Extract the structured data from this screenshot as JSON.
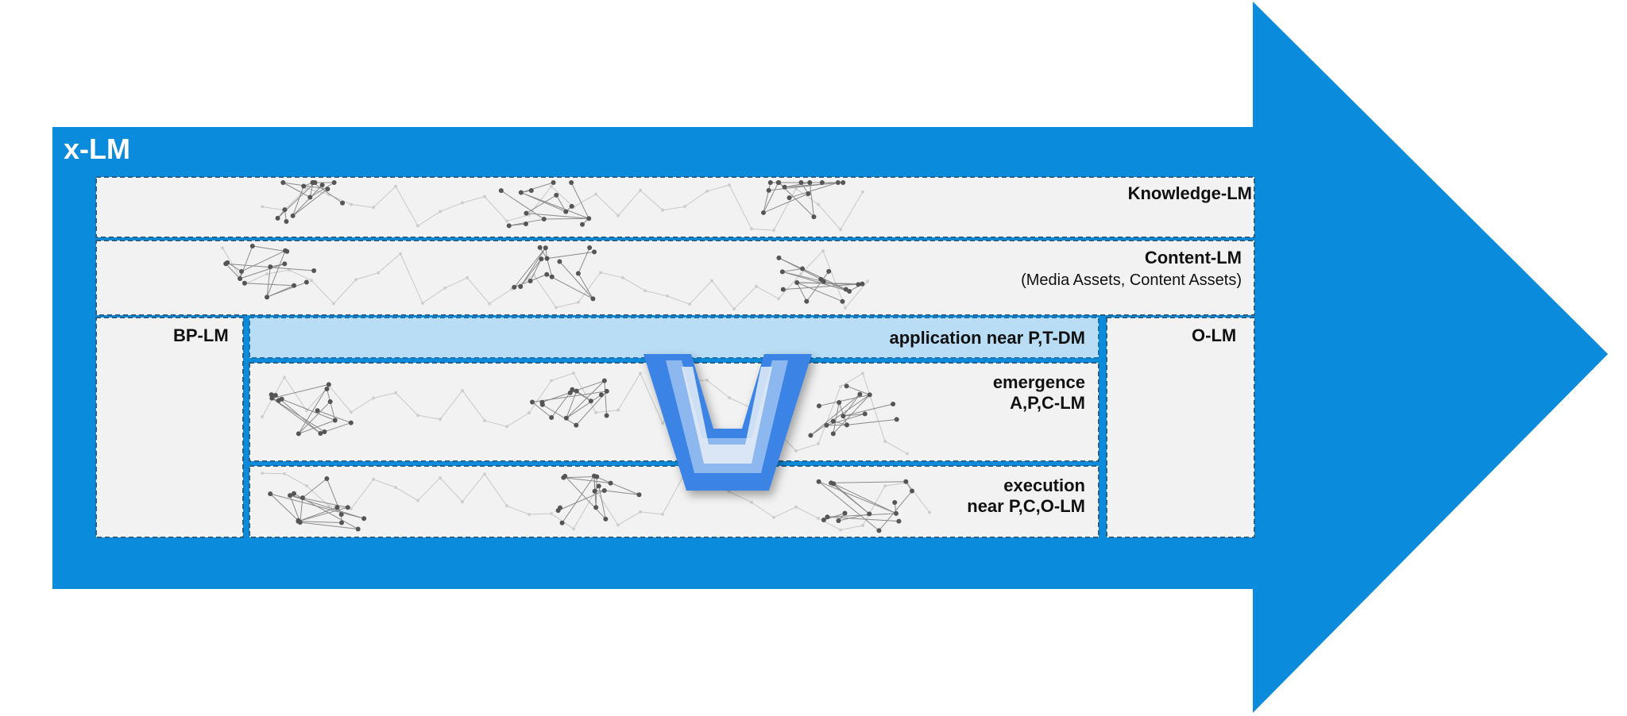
{
  "title": "x-LM",
  "layers": {
    "knowledge": "Knowledge-LM",
    "content": "Content-LM",
    "content_sub": "(Media Assets, Content Assets)",
    "bp": "BP-LM",
    "o": "O-LM",
    "application": "application near P,T-DM",
    "emergence_1": "emergence",
    "emergence_2": "A,P,C-LM",
    "execution_1": "execution",
    "execution_2": "near P,C,O-LM"
  },
  "colors": {
    "arrow": "#0A8BDB",
    "panel": "#F2F2F2",
    "application_bar": "#B9DDF5",
    "v_symbol": "#3A84E6"
  },
  "icons": [
    "network-graph-pattern",
    "v-funnel-symbol"
  ]
}
